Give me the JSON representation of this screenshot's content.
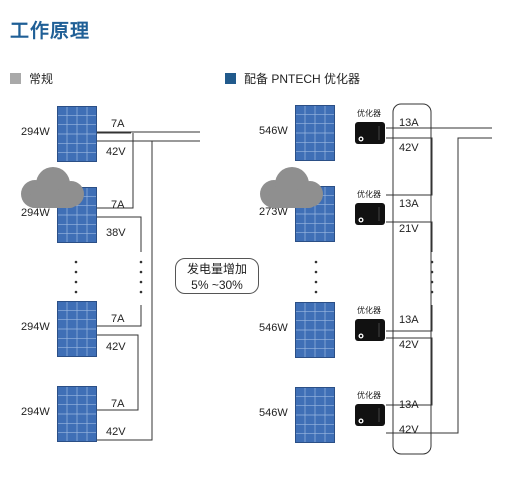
{
  "title": "工作原理",
  "legend": {
    "normal": {
      "label": "常规",
      "color": "#a9a9a9"
    },
    "optimized": {
      "label": "配备 PNTECH 优化器",
      "color": "#215a8c"
    }
  },
  "colors": {
    "panel": "#3f6fb6",
    "panel_grid": "#9bb7e0",
    "optimizer": "#111111",
    "line": "#333333"
  },
  "left": {
    "panels": [
      {
        "watt": "294W",
        "current": "7A",
        "voltage": "42V",
        "shaded": false
      },
      {
        "watt": "294W",
        "current": "7A",
        "voltage": "38V",
        "shaded": true
      },
      {
        "watt": "294W",
        "current": "7A",
        "voltage": "42V",
        "shaded": false
      },
      {
        "watt": "294W",
        "current": "7A",
        "voltage": "42V",
        "shaded": false
      }
    ]
  },
  "right": {
    "optimizer_label": "优化器",
    "panels": [
      {
        "watt": "546W",
        "current": "13A",
        "voltage": "42V",
        "shaded": false
      },
      {
        "watt": "273W",
        "current": "13A",
        "voltage": "21V",
        "shaded": true
      },
      {
        "watt": "546W",
        "current": "13A",
        "voltage": "42V",
        "shaded": false
      },
      {
        "watt": "546W",
        "current": "13A",
        "voltage": "42V",
        "shaded": false
      }
    ]
  },
  "center": {
    "line1": "发电量增加",
    "line2": "5% ~30%"
  }
}
